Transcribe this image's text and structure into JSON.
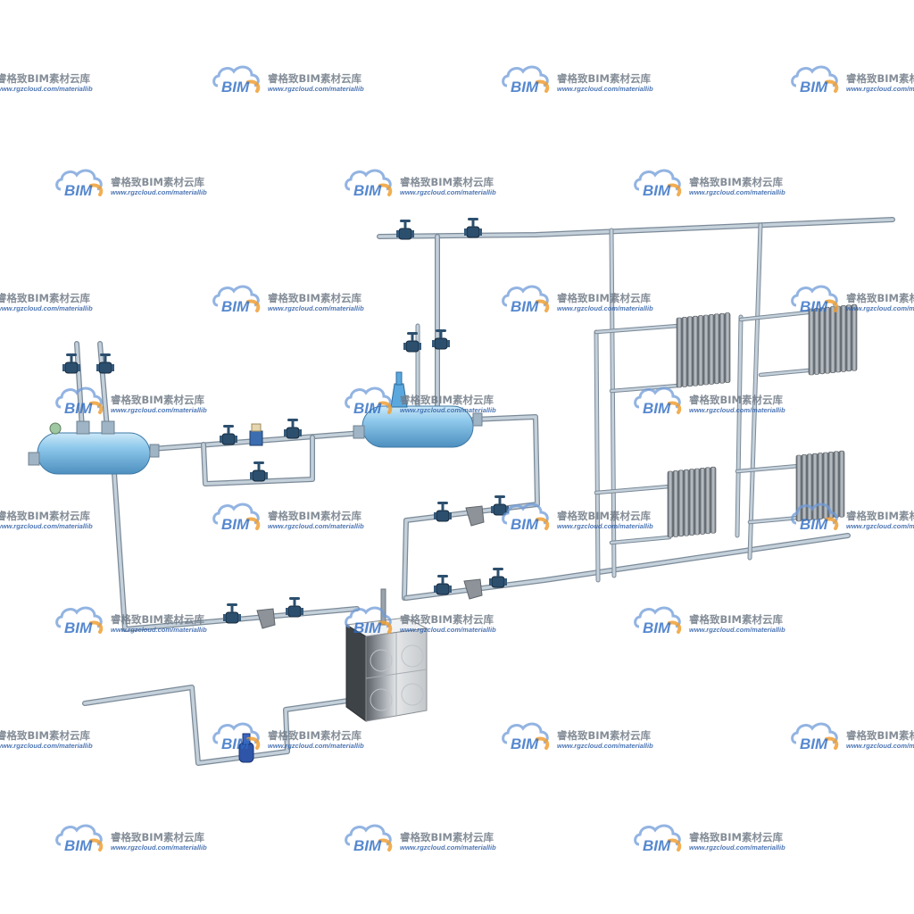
{
  "watermark": {
    "brand": "BIM",
    "name_cn": "睿格致BIM素材云库",
    "url": "www.rgzcloud.com/materiallib"
  },
  "colors": {
    "pipe": "#b9c6d2",
    "pipe_dark": "#6f7f8f",
    "vessel": "#8ec8ea",
    "valve": "#2c4f6e",
    "tank": "#d6d8da",
    "radiator": "#9aa1a8",
    "wm_blue": "#2d6bc4",
    "wm_orange": "#f0a035"
  }
}
